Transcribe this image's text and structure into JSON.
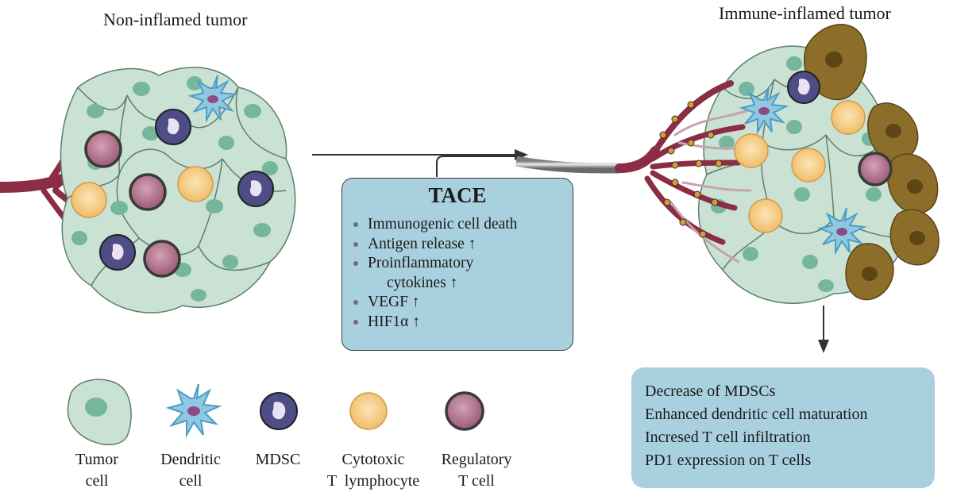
{
  "titles": {
    "left": "Non-inflamed tumor",
    "right": "Immune-inflamed tumor"
  },
  "tace": {
    "title": "TACE",
    "items": [
      {
        "text": "Immunogenic cell death"
      },
      {
        "text": "Antigen release ↑"
      },
      {
        "text": "Proinflammatory"
      },
      {
        "text": "cytokines ↑",
        "continuation": true
      },
      {
        "text": "VEGF ↑"
      },
      {
        "text": "HIF1α ↑"
      }
    ]
  },
  "outcomes": [
    "Decrease of MDSCs",
    "Enhanced dendritic cell maturation",
    "Incresed T cell infiltration",
    "PD1 expression on T cells"
  ],
  "legend": {
    "tumor_cell": [
      "Tumor",
      "cell"
    ],
    "dendritic_cell": [
      "Dendritic",
      "cell"
    ],
    "mdsc": [
      "MDSC"
    ],
    "cytotoxic_t": [
      "Cytotoxic",
      "T  lymphocyte"
    ],
    "regulatory_t": [
      "Regulatory",
      "T cell"
    ]
  },
  "colors": {
    "tumor_cell_fill": "#c9e2d3",
    "tumor_cell_stroke": "#5f7d6e",
    "tumor_nucleus": "#76b69c",
    "vessel": "#8b2e45",
    "vessel_light": "#c7a3ad",
    "mdsc": "#4f4d86",
    "ctl": "#f5d28f",
    "treg": "#b57a93",
    "dendritic": "#8fc8e3",
    "stroma": "#8d6d2a",
    "box_fill": "#a9d0df"
  }
}
